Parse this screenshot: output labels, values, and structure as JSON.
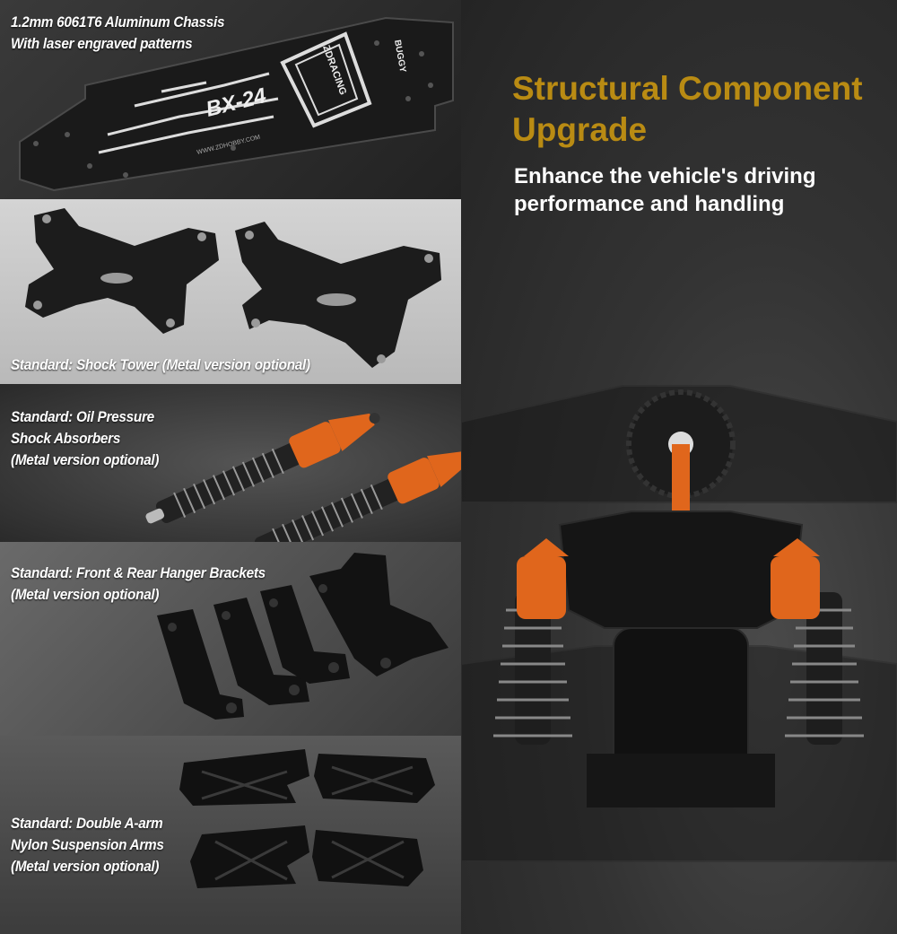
{
  "panels": [
    {
      "caption_lines": [
        "1.2mm 6061T6 Aluminum Chassis",
        "With laser engraved patterns"
      ]
    },
    {
      "caption_lines": [
        "Standard: Shock Tower (Metal version optional)"
      ]
    },
    {
      "caption_lines": [
        "Standard: Oil Pressure",
        "Shock Absorbers",
        "(Metal version optional)"
      ]
    },
    {
      "caption_lines": [
        "Standard: Front & Rear Hanger Brackets",
        "(Metal version optional)"
      ]
    },
    {
      "caption_lines": [
        "Standard: Double A-arm",
        "Nylon Suspension Arms",
        "(Metal version optional)"
      ]
    }
  ],
  "chassis_engraving": {
    "model": "BX-24",
    "brand": "ZDRACING",
    "type": "BUGGY",
    "url": "WWW.ZDHOBBY.COM"
  },
  "headline": {
    "line1": "Structural Component",
    "line2": "Upgrade"
  },
  "subheadline": {
    "line1": "Enhance the vehicle's driving",
    "line2": "performance and handling"
  },
  "colors": {
    "accent_gold": "#b98b13",
    "anodized_orange": "#e0661c",
    "part_black": "#111111"
  }
}
